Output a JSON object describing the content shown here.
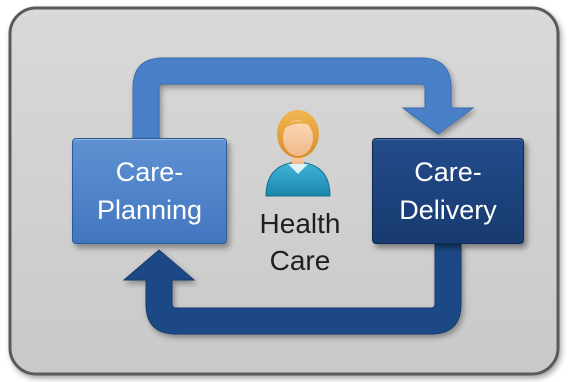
{
  "nodes": {
    "planning": {
      "line1": "Care-",
      "line2": "Planning"
    },
    "delivery": {
      "line1": "Care-",
      "line2": "Delivery"
    }
  },
  "center": {
    "line1": "Health",
    "line2": "Care"
  },
  "icons": {
    "person": "person-icon"
  },
  "colors": {
    "panel": "#d1d1d1",
    "panel_border": "#5a5a5a",
    "arrow_top": "#4a80c7",
    "arrow_bottom": "#1f4a86",
    "planning_box": "#4f84c9",
    "delivery_box": "#1d4580",
    "person_shirt": "#29a3c9",
    "person_hair": "#e8a93f"
  }
}
